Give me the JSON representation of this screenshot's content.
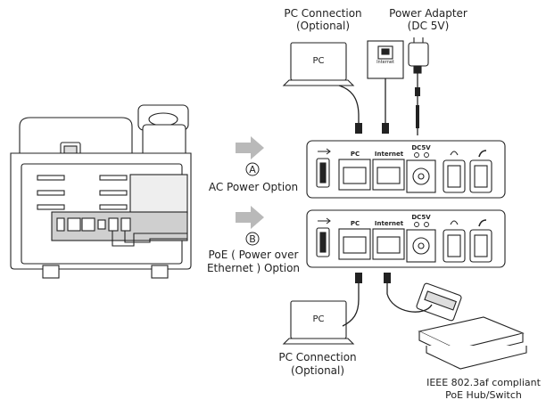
{
  "labels": {
    "pc_connection_top_line1": "PC Connection",
    "pc_connection_top_line2": "(Optional)",
    "power_adapter_line1": "Power Adapter",
    "power_adapter_line2": "(DC 5V)",
    "pc_box_top": "PC",
    "internet_box": "Internet",
    "option_a_marker": "A",
    "option_a_text": "AC Power Option",
    "option_b_marker": "B",
    "option_b_text_line1": "PoE ( Power over",
    "option_b_text_line2": "Ethernet ) Option",
    "pc_box_bottom": "PC",
    "pc_connection_bottom_line1": "PC Connection",
    "pc_connection_bottom_line2": "(Optional)",
    "switch_line1": "IEEE 802.3af compliant",
    "switch_line2": "PoE Hub/Switch"
  },
  "ports": {
    "pc": "PC",
    "internet": "Internet",
    "dc": "DC5V"
  },
  "colors": {
    "line": "#222222",
    "arrow": "#b9b9b9",
    "panel_fill": "#ffffff",
    "phone_fill": "#ffffff",
    "phone_shade": "#cfcfcf"
  }
}
